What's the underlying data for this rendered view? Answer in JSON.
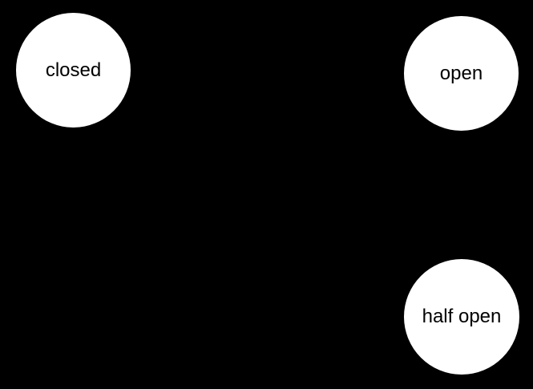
{
  "diagram": {
    "type": "state-diagram",
    "background_color": "#000000",
    "node_fill_color": "#ffffff",
    "node_text_color": "#000000",
    "nodes": [
      {
        "id": "closed",
        "label": "closed"
      },
      {
        "id": "open",
        "label": "open"
      },
      {
        "id": "half-open",
        "label": "half open"
      }
    ]
  }
}
